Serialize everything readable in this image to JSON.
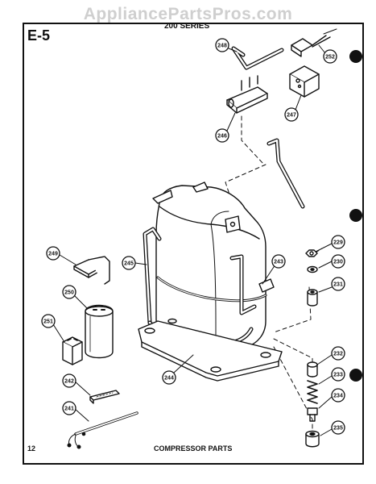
{
  "header": {
    "watermark": "AppliancePartsPros.com",
    "figure_code": "E-5",
    "series": "200 SERIES"
  },
  "footer": {
    "page_number": "12",
    "caption": "COMPRESSOR PARTS"
  },
  "callouts": [
    "248",
    "252",
    "247",
    "246",
    "249",
    "245",
    "243",
    "229",
    "230",
    "231",
    "250",
    "251",
    "244",
    "232",
    "233",
    "242",
    "234",
    "241",
    "235"
  ],
  "colors": {
    "ink": "#111111",
    "paper": "#ffffff",
    "watermark": "#cfcfcf"
  }
}
